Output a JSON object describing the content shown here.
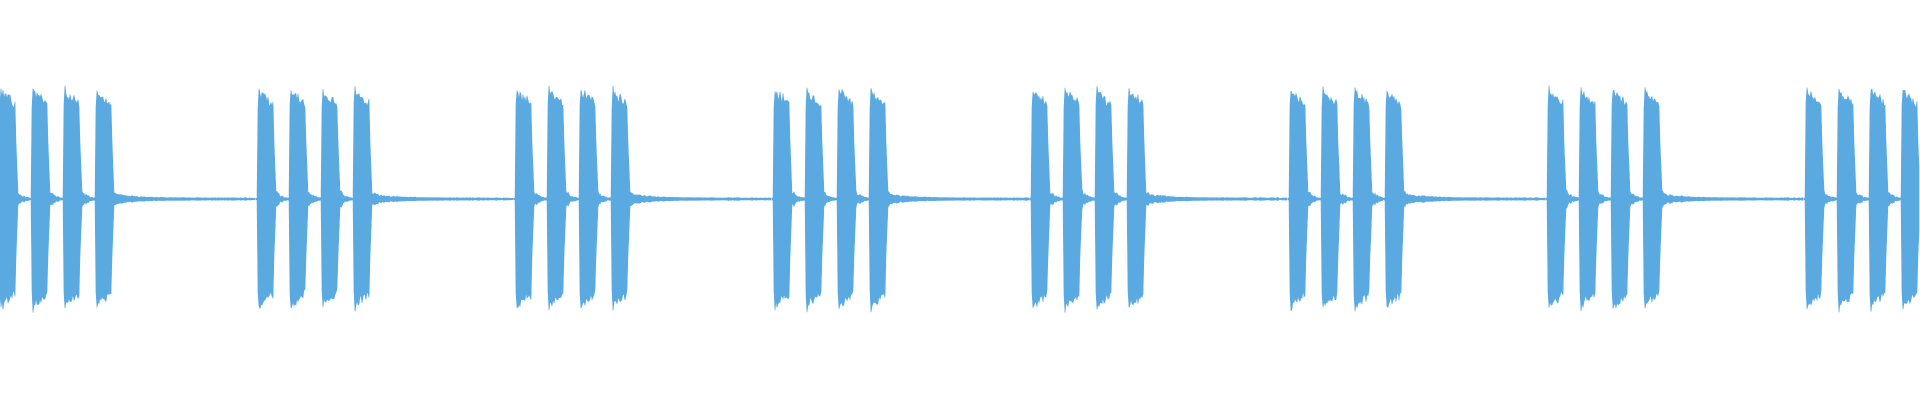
{
  "waveform": {
    "color": "#5ba9e1",
    "background": "#ffffff",
    "pattern": {
      "groups": 8,
      "bursts_per_group": 4,
      "burst_peak_amplitude": 0.92,
      "burst_residual_amplitude": 0.06,
      "silence_amplitude": 0.008
    },
    "events": [
      {
        "group": 1,
        "bursts": 4
      },
      {
        "group": 2,
        "bursts": 4
      },
      {
        "group": 3,
        "bursts": 4
      },
      {
        "group": 4,
        "bursts": 4
      },
      {
        "group": 5,
        "bursts": 4
      },
      {
        "group": 6,
        "bursts": 4
      },
      {
        "group": 7,
        "bursts": 4
      },
      {
        "group": 8,
        "bursts": 4
      }
    ]
  }
}
